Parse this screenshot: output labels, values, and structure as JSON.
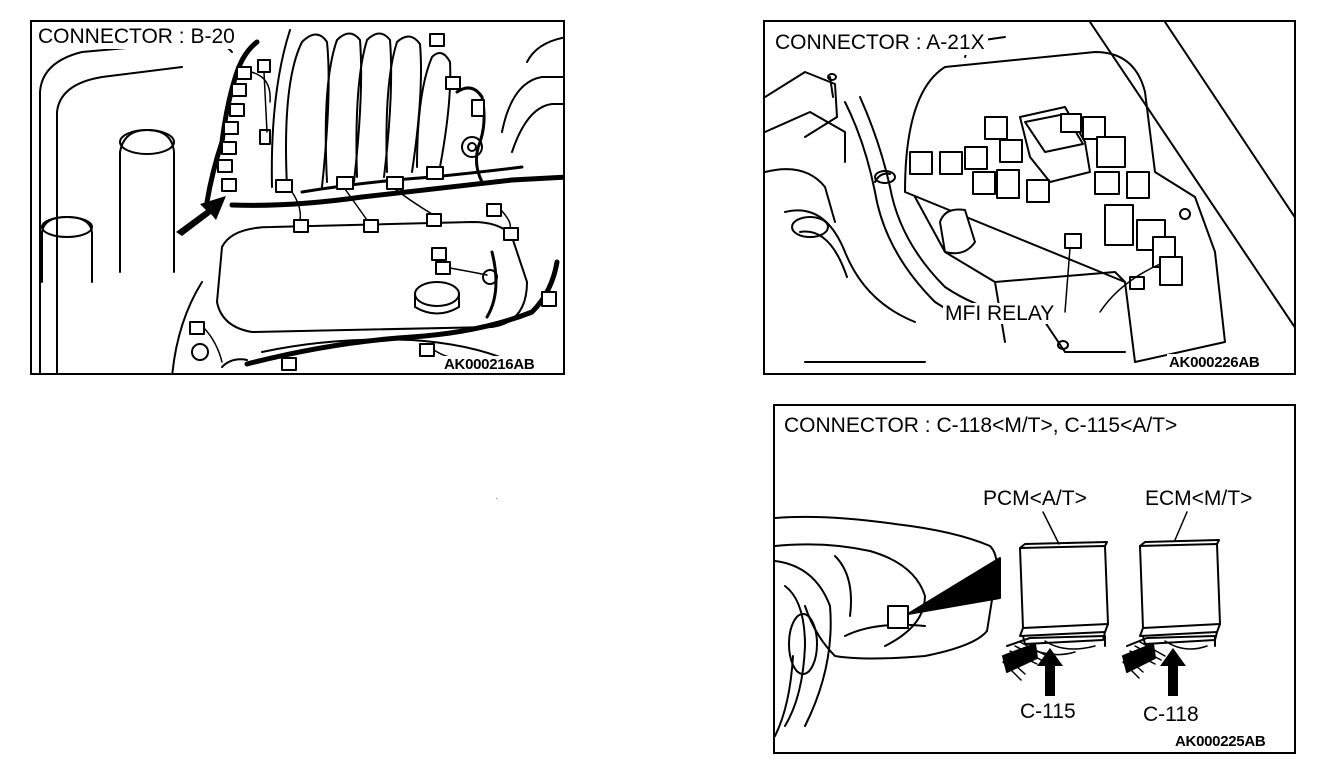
{
  "panels": {
    "b20": {
      "title": "CONNECTOR : B-20",
      "code": "AK000216AB"
    },
    "a21x": {
      "title": "CONNECTOR : A-21X",
      "relay_label": "MFI RELAY",
      "code": "AK000226AB"
    },
    "c118": {
      "title": "CONNECTOR : C-118<M/T>, C-115<A/T>",
      "pcm_label": "PCM<A/T>",
      "ecm_label": "ECM<M/T>",
      "c115_label": "C-115",
      "c118_label": "C-118",
      "code": "AK000225AB"
    }
  },
  "icons": [
    "arrow-pointer-icon",
    "arrow-up-icon"
  ]
}
